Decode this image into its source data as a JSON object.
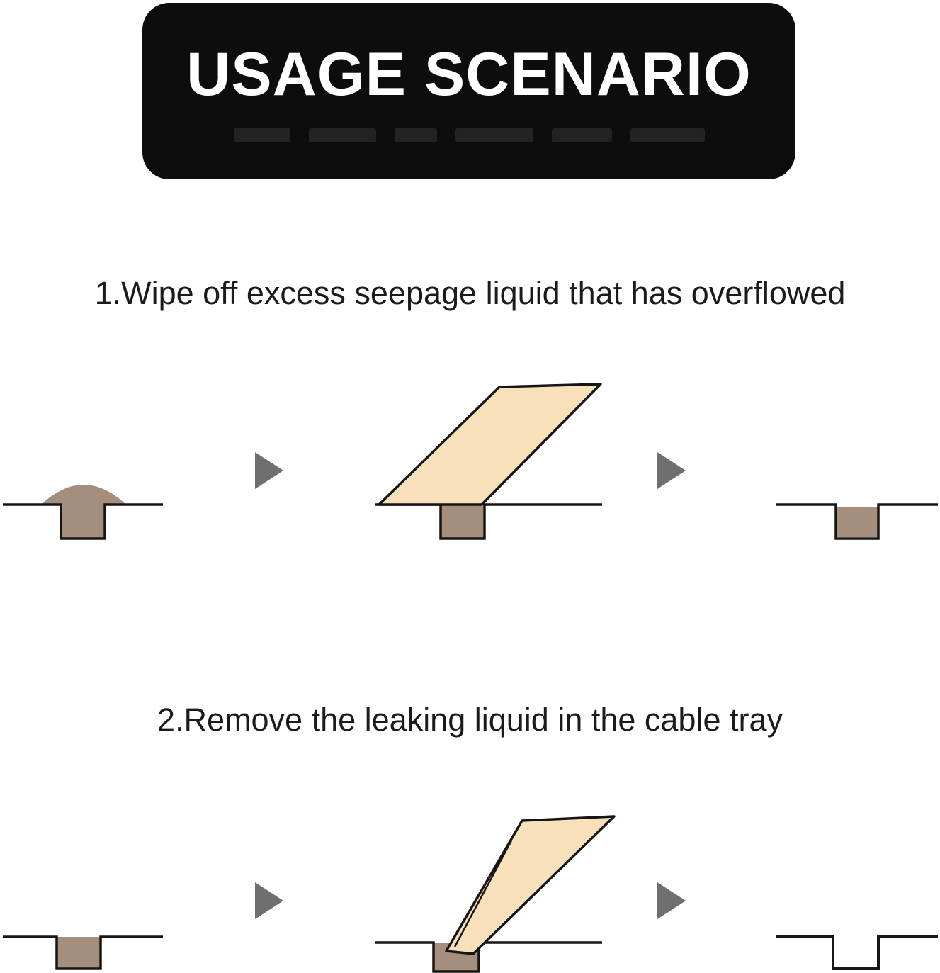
{
  "header": {
    "title": "USAGE SCENARIO"
  },
  "steps": [
    {
      "heading": "1.Wipe off excess seepage liquid that has overflowed",
      "stages": [
        "groove with overflowing liquid dome",
        "wiping card slanted over groove",
        "groove with liquid level flush"
      ]
    },
    {
      "heading": "2.Remove the leaking liquid in the cable tray",
      "stages": [
        "groove filled with liquid",
        "folded card inserted into groove",
        "empty groove"
      ]
    }
  ],
  "colors": {
    "background": "#ffffff",
    "banner_bg": "#0d0d0d",
    "banner_text": "#ffffff",
    "heading_text": "#1b1b1b",
    "liquid": "#a68e7d",
    "card": "#f7e0ba",
    "arrow": "#6f6f6f",
    "outline": "#161616"
  }
}
